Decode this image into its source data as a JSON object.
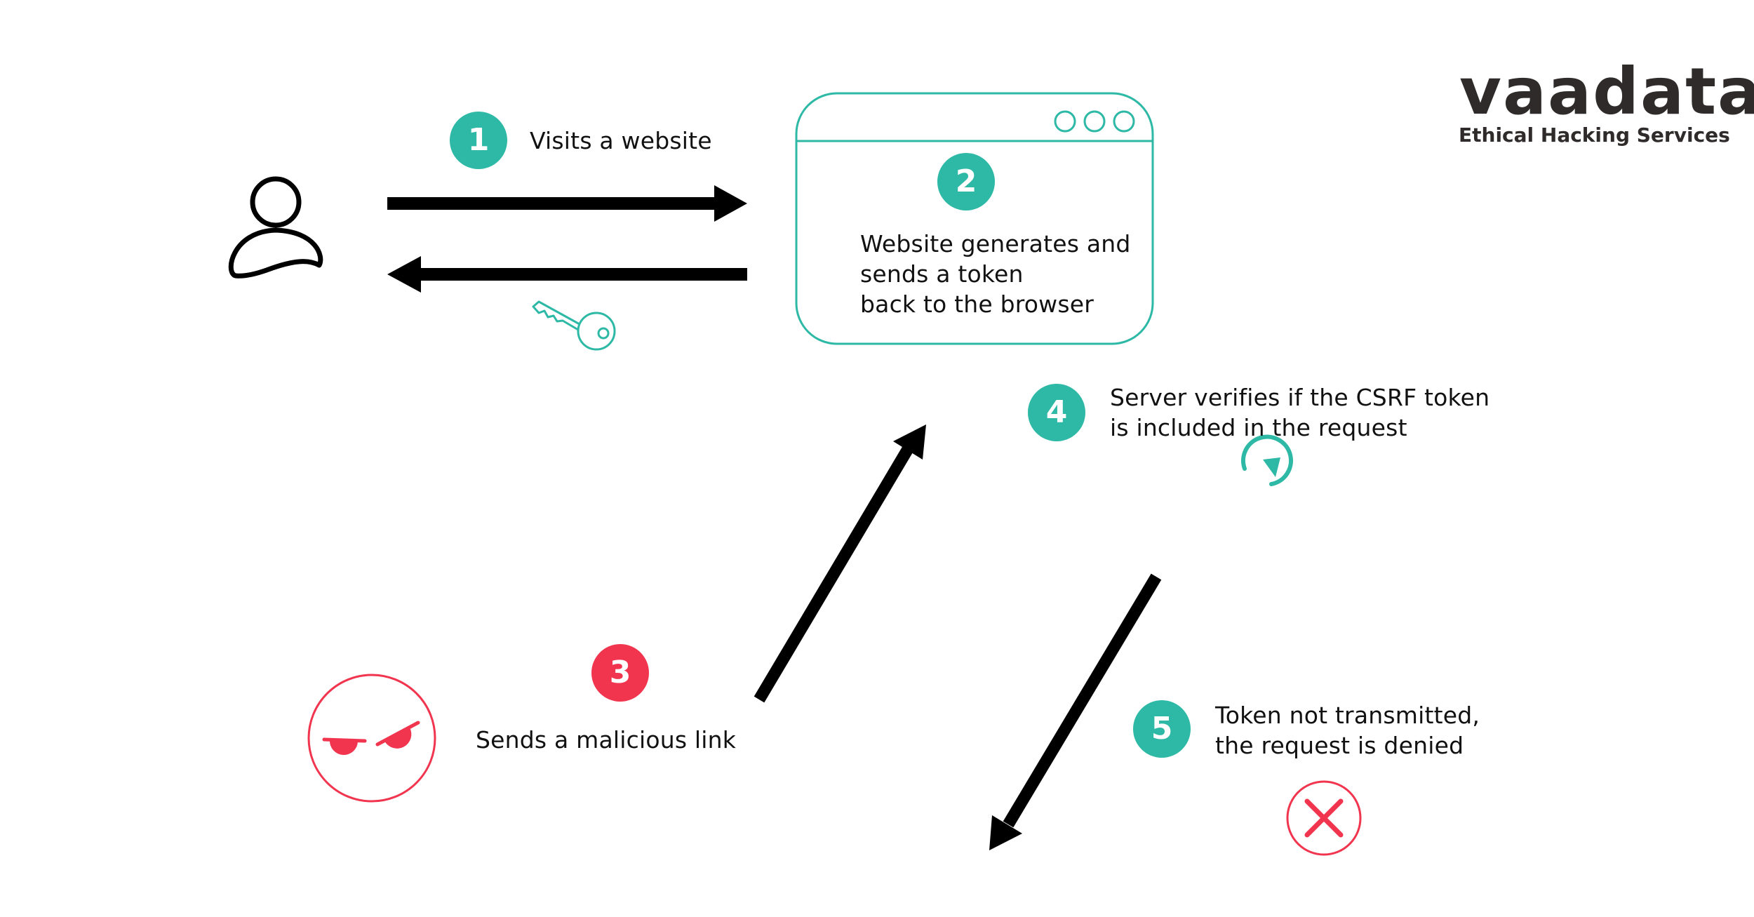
{
  "brand": {
    "logo_text": "vaadata",
    "tagline": "Ethical Hacking Services",
    "teal": "#2db9a5",
    "red": "#f2354f",
    "ink": "#000000"
  },
  "steps": [
    {
      "number": "1",
      "text": "Visits a website",
      "color": "teal"
    },
    {
      "number": "2",
      "text": "Website generates and\nsends a token\nback to the browser",
      "color": "teal"
    },
    {
      "number": "3",
      "text": "Sends a malicious link",
      "color": "red"
    },
    {
      "number": "4",
      "text": "Server verifies if the CSRF token\nis included in the request",
      "color": "teal"
    },
    {
      "number": "5",
      "text": "Token not transmitted,\nthe request is denied",
      "color": "teal"
    }
  ],
  "icons": {
    "user": "user-icon",
    "browser": "browser-window-icon",
    "key": "key-icon",
    "attacker": "angry-face-icon",
    "verify": "refresh-icon",
    "deny": "cross-icon"
  }
}
